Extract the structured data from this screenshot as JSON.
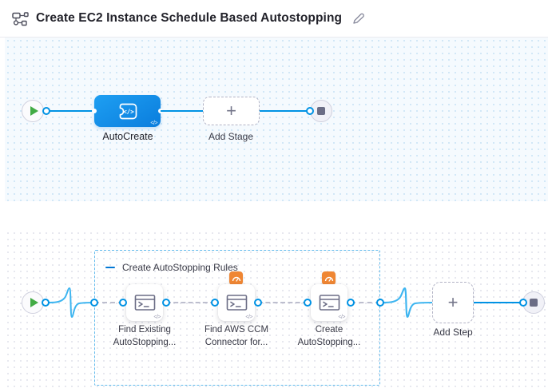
{
  "header": {
    "title": "Create EC2 Instance Schedule Based Autostopping"
  },
  "colors": {
    "accent_blue": "#0092E4",
    "stage_blue": "#0B85E0",
    "play_green": "#42AB45",
    "ccm_orange": "#EF8633",
    "text_dark": "#22222A",
    "text_gray": "#6B6D85"
  },
  "stage_pipeline": {
    "stage_label": "AutoCreate",
    "add_stage_label": "Add Stage",
    "plus_glyph": "+",
    "code_glyph": "</>"
  },
  "step_pipeline": {
    "group_label": "Create AutoStopping Rules",
    "steps": [
      {
        "line1": "Find Existing",
        "line2": "AutoStopping..."
      },
      {
        "line1": "Find AWS CCM",
        "line2": "Connector for..."
      },
      {
        "line1": "Create",
        "line2": "AutoStopping..."
      }
    ],
    "add_step_label": "Add Step",
    "plus_glyph": "+",
    "code_glyph": "</>"
  }
}
